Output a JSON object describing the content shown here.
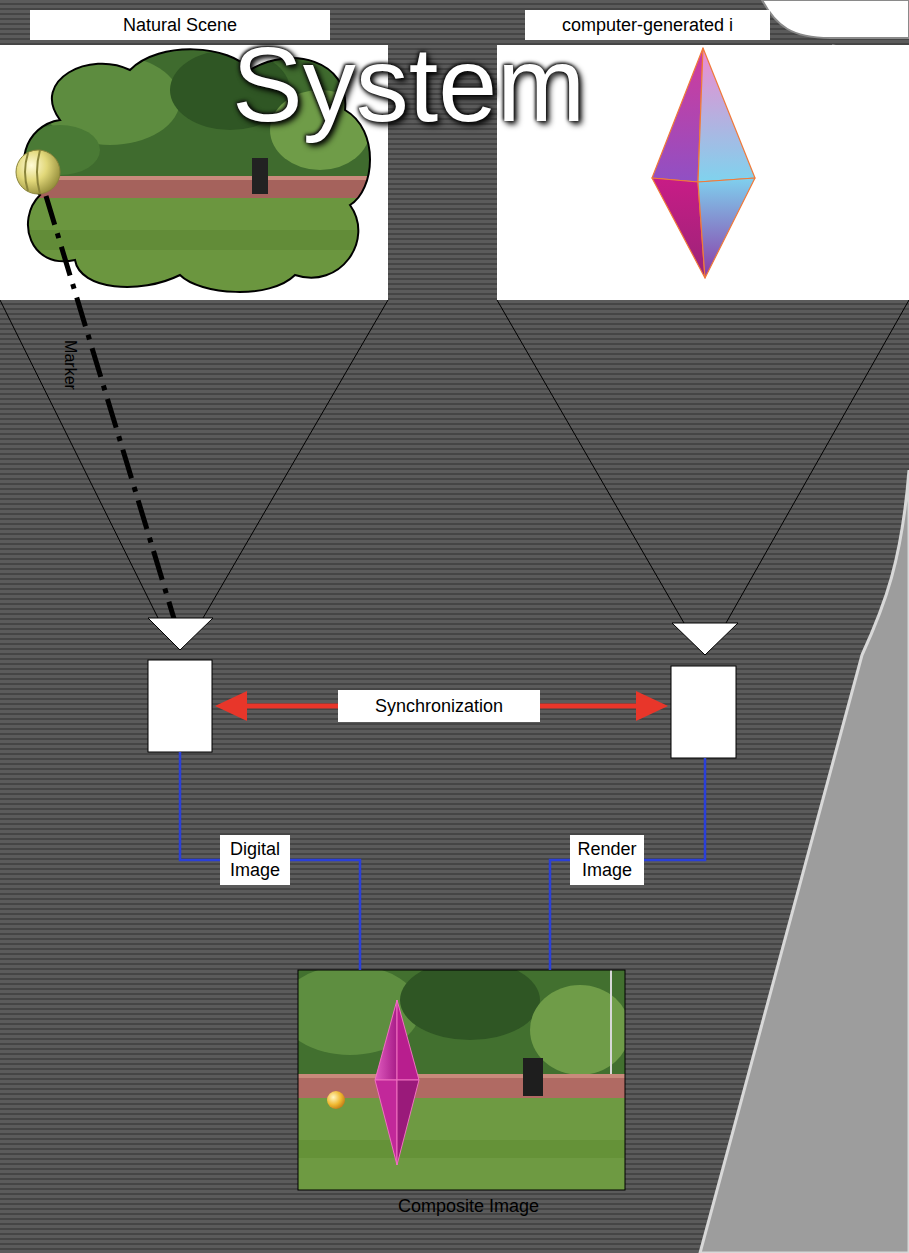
{
  "diagram": {
    "title": "System",
    "nodes": [
      {
        "text": [
          "Natural Scene"
        ]
      },
      {
        "text": [
          "computer-generated i"
        ]
      },
      {
        "text": [
          "Synchronization"
        ]
      },
      {
        "text": [
          "Digital Image"
        ]
      },
      {
        "text": [
          "Render Image"
        ]
      },
      {
        "text": [
          "Composite Image"
        ]
      }
    ],
    "edges": [
      {
        "from": 3,
        "to": 5,
        "arrow": "none"
      },
      {
        "from": 4,
        "to": 5,
        "arrow": "none"
      }
    ],
    "labels": [
      "Marker"
    ]
  }
}
